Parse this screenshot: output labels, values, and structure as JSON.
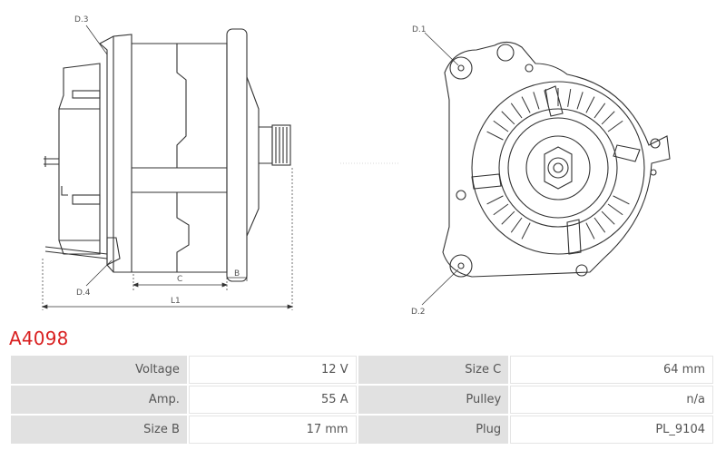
{
  "drawing": {
    "side_view_labels": {
      "d3": "D.3",
      "d4": "D.4",
      "c": "C",
      "b": "B",
      "l1": "L1"
    },
    "front_view_labels": {
      "d1": "D.1",
      "d2": "D.2"
    }
  },
  "part_number": "A4098",
  "colors": {
    "accent": "#d92121",
    "label_bg": "#e1e1e1",
    "line": "#333333"
  },
  "specs": [
    {
      "label": "Voltage",
      "value": "12 V",
      "label2": "Size C",
      "value2": "64 mm"
    },
    {
      "label": "Amp.",
      "value": "55 A",
      "label2": "Pulley",
      "value2": "n/a"
    },
    {
      "label": "Size B",
      "value": "17 mm",
      "label2": "Plug",
      "value2": "PL_9104"
    }
  ]
}
